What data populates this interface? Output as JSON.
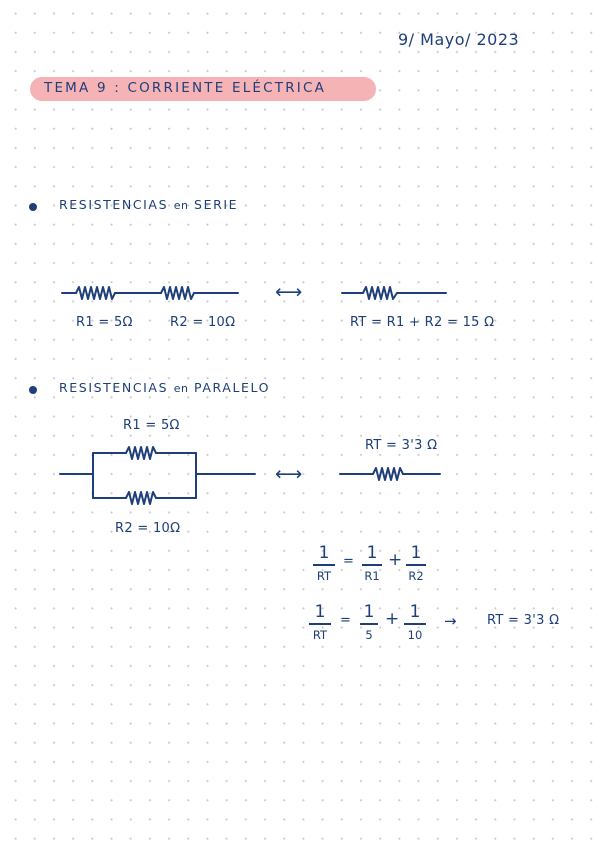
{
  "date": "9/ Mayo/ 2023",
  "title": "TEMA 9 :  CORRIENTE  ELÉCTRICA",
  "series": {
    "heading_part1": "RESISTENCIAS",
    "heading_conn": "en",
    "heading_part2": "SERIE",
    "r1_label": "R1 = 5Ω",
    "r2_label": "R2 = 10Ω",
    "equiv_symbol": "⟷",
    "rt_label": "RT = R1 + R2 = 15 Ω"
  },
  "parallel": {
    "heading_part1": "RESISTENCIAS",
    "heading_conn": "en",
    "heading_part2": "PARALELO",
    "r1_label": "R1 = 5Ω",
    "r2_label": "R2 = 10Ω",
    "equiv_symbol": "⟷",
    "rt_label": "RT = 3'3 Ω"
  },
  "formula1": {
    "lhs_num": "1",
    "lhs_den": "RT",
    "equals": "=",
    "t1_num": "1",
    "t1_den": "R1",
    "plus": "+",
    "t2_num": "1",
    "t2_den": "R2"
  },
  "formula2": {
    "lhs_num": "1",
    "lhs_den": "RT",
    "equals": "=",
    "t1_num": "1",
    "t1_den": "5",
    "plus": "+",
    "t2_num": "1",
    "t2_den": "10",
    "arrow": "→",
    "result": "RT = 3'3 Ω"
  }
}
